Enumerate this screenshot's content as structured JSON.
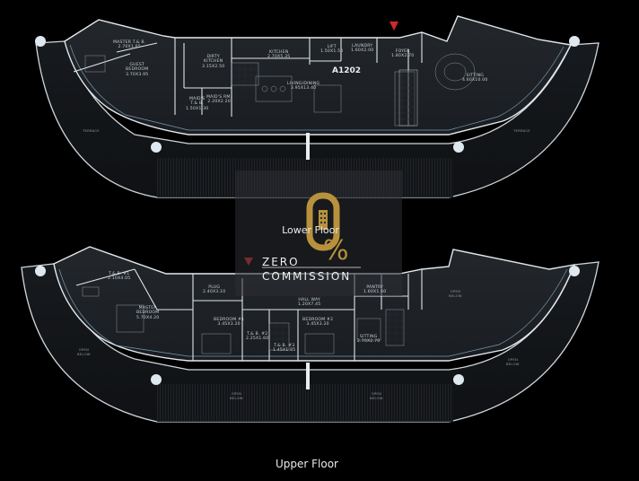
{
  "colors": {
    "background": "#000000",
    "slab": "#1f2227",
    "terrace": "#15181c",
    "walls": "#dfe6ea",
    "glass": "#8fb9d6",
    "watermark_gold": "#b8913c",
    "watermark_panel": "#2b2e33",
    "marker_red": "#d02a2a"
  },
  "unit_badge": "A1202",
  "captions": {
    "lower": "Lower Floor",
    "upper": "Upper Floor"
  },
  "watermark": {
    "line1": "ZERO",
    "line2": "COMMISSION",
    "percent_glyph": "%"
  },
  "lower_rooms": [
    {
      "id": "master-tb",
      "name": "MASTER T.& B.",
      "dim": "2.70X1.65"
    },
    {
      "id": "guest-bedroom",
      "name": "GUEST\nBEDROOM",
      "dim": "3.70X3.95"
    },
    {
      "id": "dirty-kitchen",
      "name": "DIRTY\nKITCHEN",
      "dim": "3.15X2.50"
    },
    {
      "id": "kitchen",
      "name": "KITCHEN",
      "dim": "2.70X5.35"
    },
    {
      "id": "lift",
      "name": "LIFT",
      "dim": "1.50X1.50"
    },
    {
      "id": "laundry",
      "name": "LAUNDRY",
      "dim": "1.60X2.00"
    },
    {
      "id": "foyer",
      "name": "FOYER",
      "dim": "1.80X2.70"
    },
    {
      "id": "maids-tb",
      "name": "MAID'S\nT.& B.",
      "dim": "1.50X1.30"
    },
    {
      "id": "maids-rm",
      "name": "MAID'S RM.",
      "dim": "2.20X2.20"
    },
    {
      "id": "living-dining",
      "name": "LIVING/DINING",
      "dim": "3.95X13.40"
    },
    {
      "id": "sitting",
      "name": "SITTING",
      "dim": "4.60X10.00"
    },
    {
      "id": "terrace-left",
      "name": "TERRACE",
      "dim": ""
    },
    {
      "id": "terrace-right",
      "name": "TERRACE",
      "dim": ""
    }
  ],
  "upper_rooms": [
    {
      "id": "tb-1",
      "name": "T.& B. #1",
      "dim": "2.10X4.05"
    },
    {
      "id": "master-bedroom",
      "name": "MASTER\nBEDROOM",
      "dim": "5.70X4.20"
    },
    {
      "id": "plug",
      "name": "PLUG",
      "dim": "2.40X3.10"
    },
    {
      "id": "hall-way",
      "name": "HALL WAY",
      "dim": "1.20X7.45"
    },
    {
      "id": "pantry",
      "name": "PANTRY",
      "dim": "1.60X1.60"
    },
    {
      "id": "bedroom-1",
      "name": "BEDROOM #1",
      "dim": "3.45X3.20"
    },
    {
      "id": "tb-2",
      "name": "T.& B. #2",
      "dim": "2.25X1.60"
    },
    {
      "id": "bedroom-2",
      "name": "BEDROOM #2",
      "dim": "3.45X3.20"
    },
    {
      "id": "tb-3",
      "name": "T.& B. #3",
      "dim": "1.45X1.85"
    },
    {
      "id": "sitting-upper",
      "name": "SITTING",
      "dim": "2.70X2.70"
    },
    {
      "id": "open-below-1",
      "name": "OPEN\nBELOW",
      "dim": ""
    },
    {
      "id": "open-below-2",
      "name": "OPEN\nBELOW",
      "dim": ""
    },
    {
      "id": "open-below-3",
      "name": "OPEN\nBELOW",
      "dim": ""
    },
    {
      "id": "open-below-4",
      "name": "OPEN\nBELOW",
      "dim": ""
    },
    {
      "id": "open-below-5",
      "name": "OPEN\nBELOW",
      "dim": ""
    }
  ]
}
